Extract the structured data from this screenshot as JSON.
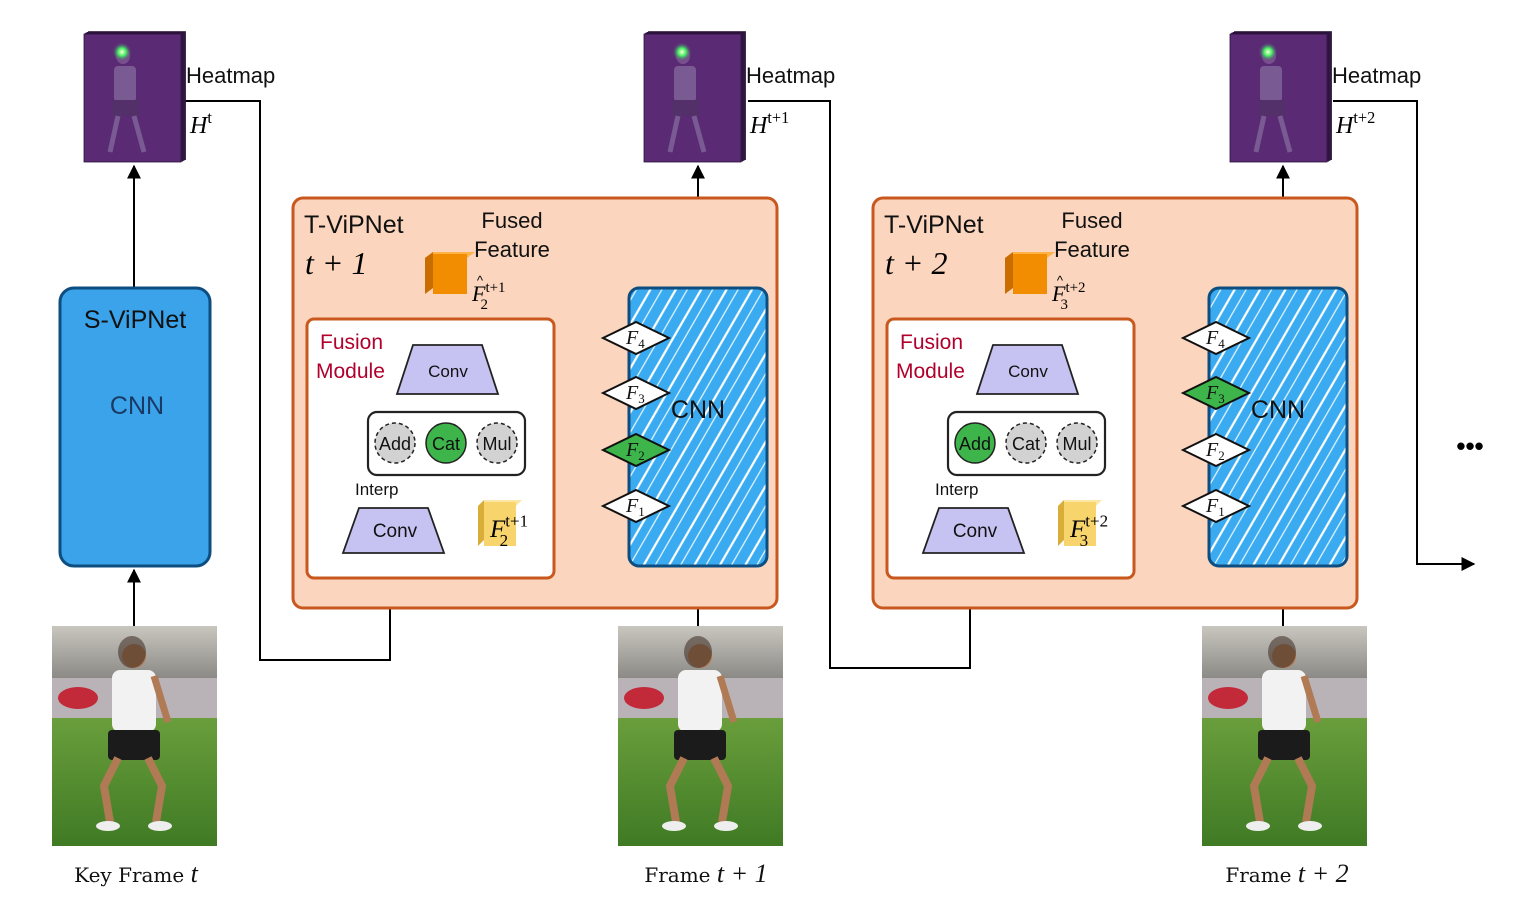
{
  "columns": [
    {
      "id": "t0",
      "heatmap_label": "Heatmap",
      "heatmap_symbol": "H",
      "heatmap_sup": "t",
      "frame_caption_text": "Key Frame",
      "frame_caption_math": "t"
    },
    {
      "id": "t1",
      "heatmap_label": "Heatmap",
      "heatmap_symbol": "H",
      "heatmap_sup": "t+1",
      "frame_caption_text": "Frame",
      "frame_caption_math": "t + 1"
    },
    {
      "id": "t2",
      "heatmap_label": "Heatmap",
      "heatmap_symbol": "H",
      "heatmap_sup": "t+2",
      "frame_caption_text": "Frame",
      "frame_caption_math": "t + 2"
    }
  ],
  "svipnet": {
    "title": "S-ViPNet",
    "body": "CNN"
  },
  "tvipnets": [
    {
      "title": "T-ViPNet",
      "step": "t + 1",
      "fused_label_line1": "Fused",
      "fused_label_line2": "Feature",
      "fused_symbol": "F",
      "fused_sub": "2",
      "fused_sup": "t+1",
      "fusion_line1": "Fusion",
      "fusion_line2": "Module",
      "conv_top": "Conv",
      "conv_bottom": "Conv",
      "interp": "Interp",
      "ops": [
        {
          "label": "Add",
          "active": false
        },
        {
          "label": "Cat",
          "active": true
        },
        {
          "label": "Mul",
          "active": false
        }
      ],
      "feat_symbol": "F",
      "feat_sub": "2",
      "feat_sup": "t+1",
      "cnn_label": "CNN",
      "diamonds": [
        {
          "sub": "4",
          "active": false
        },
        {
          "sub": "3",
          "active": false
        },
        {
          "sub": "2",
          "active": true
        },
        {
          "sub": "1",
          "active": false
        }
      ]
    },
    {
      "title": "T-ViPNet",
      "step": "t + 2",
      "fused_label_line1": "Fused",
      "fused_label_line2": "Feature",
      "fused_symbol": "F",
      "fused_sub": "3",
      "fused_sup": "t+2",
      "fusion_line1": "Fusion",
      "fusion_line2": "Module",
      "conv_top": "Conv",
      "conv_bottom": "Conv",
      "interp": "Interp",
      "ops": [
        {
          "label": "Add",
          "active": true
        },
        {
          "label": "Cat",
          "active": false
        },
        {
          "label": "Mul",
          "active": false
        }
      ],
      "feat_symbol": "F",
      "feat_sub": "3",
      "feat_sup": "t+2",
      "cnn_label": "CNN",
      "diamonds": [
        {
          "sub": "4",
          "active": false
        },
        {
          "sub": "3",
          "active": true
        },
        {
          "sub": "2",
          "active": false
        },
        {
          "sub": "1",
          "active": false
        }
      ]
    }
  ],
  "ellipsis": "•••",
  "colors": {
    "module_fill": "#fbd5bd",
    "module_stroke": "#c8581e",
    "svipnet_fill": "#3aa3ea",
    "svipnet_stroke": "#0d4d80",
    "cnn_fill": "#3aabf0",
    "conv_fill": "#c6c3f2",
    "active_green": "#3db54a",
    "inactive_gray": "#d2d2d2",
    "fused_orange": "#f28c00",
    "feature_yellow": "#f7d46c",
    "fusion_text": "#b0002b",
    "heatmap_purple": "#5a2b74",
    "grass_green": "#4f8a2c"
  }
}
